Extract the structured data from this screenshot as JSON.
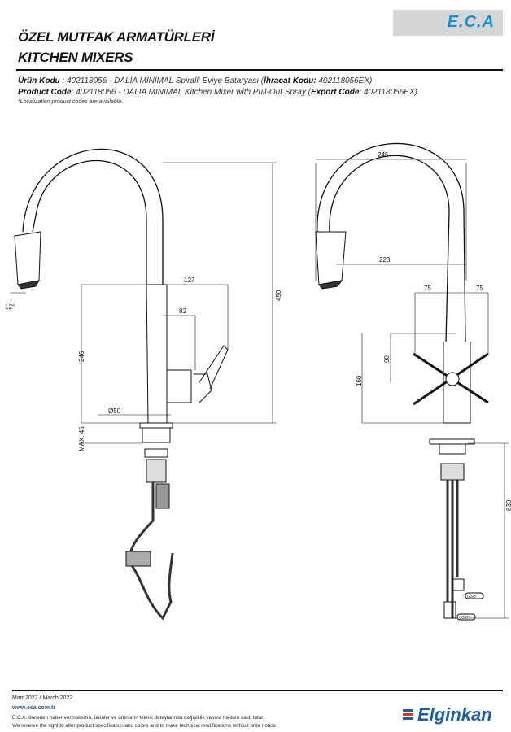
{
  "brand": {
    "logo": "E.C.A",
    "footer_logo": "Elginkan"
  },
  "header": {
    "title_tr": "ÖZEL MUTFAK ARMATÜRLERİ",
    "title_en": "KITCHEN MIXERS"
  },
  "product": {
    "tr_label": "Ürün Kodu",
    "tr_text": " : 402118056 - DALİA MİNİMAL Spiralli Eviye Bataryası (",
    "tr_export_label": "İhracat Kodu:",
    "tr_export": " 402118056EX)",
    "en_label": "Product Code",
    "en_text": ": 402118056 - DALIA MINIMAL Kitchen Mixer with Pull-Out Spray (",
    "en_export_label": "Export Code",
    "en_export": ": 402118056EX)",
    "note": "*Localization product codes are available."
  },
  "drawing": {
    "side": {
      "angle": "12°",
      "height_total": "450",
      "reach_handle": "127",
      "handle_offset": "82",
      "spout_height": "246",
      "base_diameter": "Ø50",
      "max_thickness": "MAX. 45"
    },
    "front": {
      "width": "245",
      "spout_reach": "223",
      "handle_left": "75",
      "handle_right": "75",
      "handle_height": "90",
      "body_height": "160",
      "hose_length": "630",
      "connection_1": "G3/8\"",
      "connection_2": "G3/8\""
    }
  },
  "footer": {
    "date": "Mart 2022 / March 2022",
    "url": "www.eca.com.tr",
    "disclaimer_tr": "E.C.A. önceden haber vermeksizin, ürünler ve ürünlerin teknik detaylarında değişiklik yapma hakkını saklı tutar.",
    "disclaimer_en": "We reserve the right to alter product specification and colors and to make technical modifications without prior notice."
  }
}
